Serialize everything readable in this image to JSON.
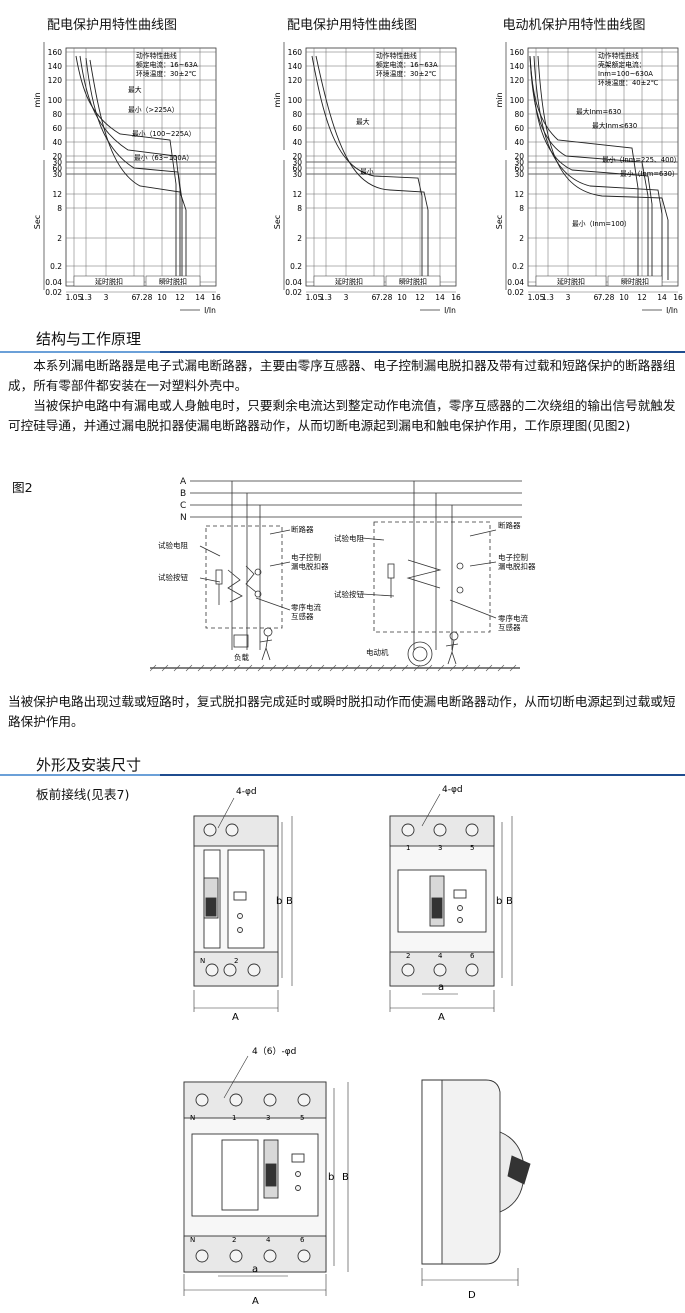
{
  "charts": [
    {
      "title": "配电保护用特性曲线图",
      "yticks": [
        "160",
        "140",
        "120",
        "100",
        "80",
        "60",
        "40",
        "20",
        "30",
        "60",
        "30",
        "12",
        "8",
        "2",
        "0.2",
        "0.04",
        "0.02"
      ],
      "ylabel_min": "min",
      "ylabel_sec": "Sec",
      "xticks": [
        "1.05",
        "1.3",
        "3",
        "6",
        "7.28",
        "10",
        "12",
        "14",
        "16"
      ],
      "xunit": "I/In",
      "info": [
        "动作特性曲线",
        "额定电流：16~63A",
        "环境温度：30±2℃"
      ],
      "labels": [
        "最大",
        "最小（>225A）",
        "最小（100~225A）",
        "最小（63~100A）"
      ],
      "zone_delay": "延时脱扣",
      "zone_instant": "瞬时脱扣"
    },
    {
      "title": "配电保护用特性曲线图",
      "yticks": [
        "160",
        "140",
        "120",
        "100",
        "80",
        "60",
        "40",
        "20",
        "30",
        "60",
        "30",
        "12",
        "8",
        "2",
        "0.2",
        "0.04",
        "0.02"
      ],
      "ylabel_min": "min",
      "ylabel_sec": "Sec",
      "xticks": [
        "1.05",
        "1.3",
        "3",
        "6",
        "7.28",
        "10",
        "12",
        "14",
        "16"
      ],
      "xunit": "I/In",
      "info": [
        "动作特性曲线",
        "额定电流：16~63A",
        "环境温度：30±2℃"
      ],
      "labels": [
        "最大",
        "最小"
      ],
      "zone_delay": "延时脱扣",
      "zone_instant": "瞬时脱扣"
    },
    {
      "title": "电动机保护用特性曲线图",
      "yticks": [
        "160",
        "140",
        "120",
        "100",
        "80",
        "60",
        "40",
        "20",
        "30",
        "60",
        "30",
        "12",
        "8",
        "2",
        "0.2",
        "0.04",
        "0.02"
      ],
      "ylabel_min": "min",
      "ylabel_sec": "Sec",
      "xticks": [
        "1.05",
        "1.3",
        "3",
        "6",
        "7.28",
        "10",
        "12",
        "14",
        "16"
      ],
      "xunit": "I/In",
      "info": [
        "动作特性曲线",
        "壳架额定电流：",
        "Inm=100~630A",
        "环境温度：40±2℃"
      ],
      "labels": [
        "最大Inm=630",
        "最大Inm≤630",
        "最小（Inm=225、400）",
        "最小（Inm=630）",
        "最小（Inm=100）"
      ],
      "zone_delay": "延时脱扣",
      "zone_instant": "瞬时脱扣"
    }
  ],
  "section1": {
    "title": "结构与工作原理",
    "p1": "本系列漏电断路器是电子式漏电断路器，主要由零序互感器、电子控制漏电脱扣器及带有过载和短路保护的断路器组成，所有零部件都安装在一对塑料外壳中。",
    "p2": "当被保护电路中有漏电或人身触电时，只要剩余电流达到整定动作电流值，零序互感器的二次绕组的输出信号就触发可控硅导通，并通过漏电脱扣器使漏电断路器动作，从而切断电源起到漏电和触电保护作用，工作原理图(见图2)",
    "fig_label": "图2",
    "p3": "当被保护电路出现过载或短路时，复式脱扣器完成延时或瞬时脱扣动作而使漏电断路器动作，从而切断电源起到过载或短路保护作用。"
  },
  "diagram": {
    "lines": [
      "A",
      "B",
      "C",
      "N"
    ],
    "left": {
      "breaker": "断路器",
      "test_resistor": "试验电阻",
      "test_button": "试验按钮",
      "ectrl_1": "电子控制",
      "ectrl_2": "漏电脱扣器",
      "zct_1": "零序电流",
      "zct_2": "互感器",
      "load": "负载"
    },
    "right": {
      "breaker": "断路器",
      "test_resistor": "试验电阻",
      "test_button": "试验按钮",
      "ectrl_1": "电子控制",
      "ectrl_2": "漏电脱扣器",
      "zct_1": "零序电流",
      "zct_2": "互感器",
      "motor": "电动机"
    }
  },
  "section2": {
    "title": "外形及安装尺寸",
    "subtitle": "板前接线(见表7)",
    "dims": {
      "hole1": "4-φd",
      "hole2": "4-φd",
      "hole3": "4（6）-φd",
      "A": "A",
      "a": "a",
      "b": "b",
      "B": "B",
      "D": "D"
    },
    "terminals": {
      "t1_bottom": [
        "N",
        "2"
      ],
      "t2_top": [
        "1",
        "3",
        "5"
      ],
      "t2_bottom": [
        "2",
        "4",
        "6"
      ],
      "t3_top": [
        "N",
        "1",
        "3",
        "5"
      ],
      "t3_bottom": [
        "N",
        "2",
        "4",
        "6"
      ]
    }
  }
}
